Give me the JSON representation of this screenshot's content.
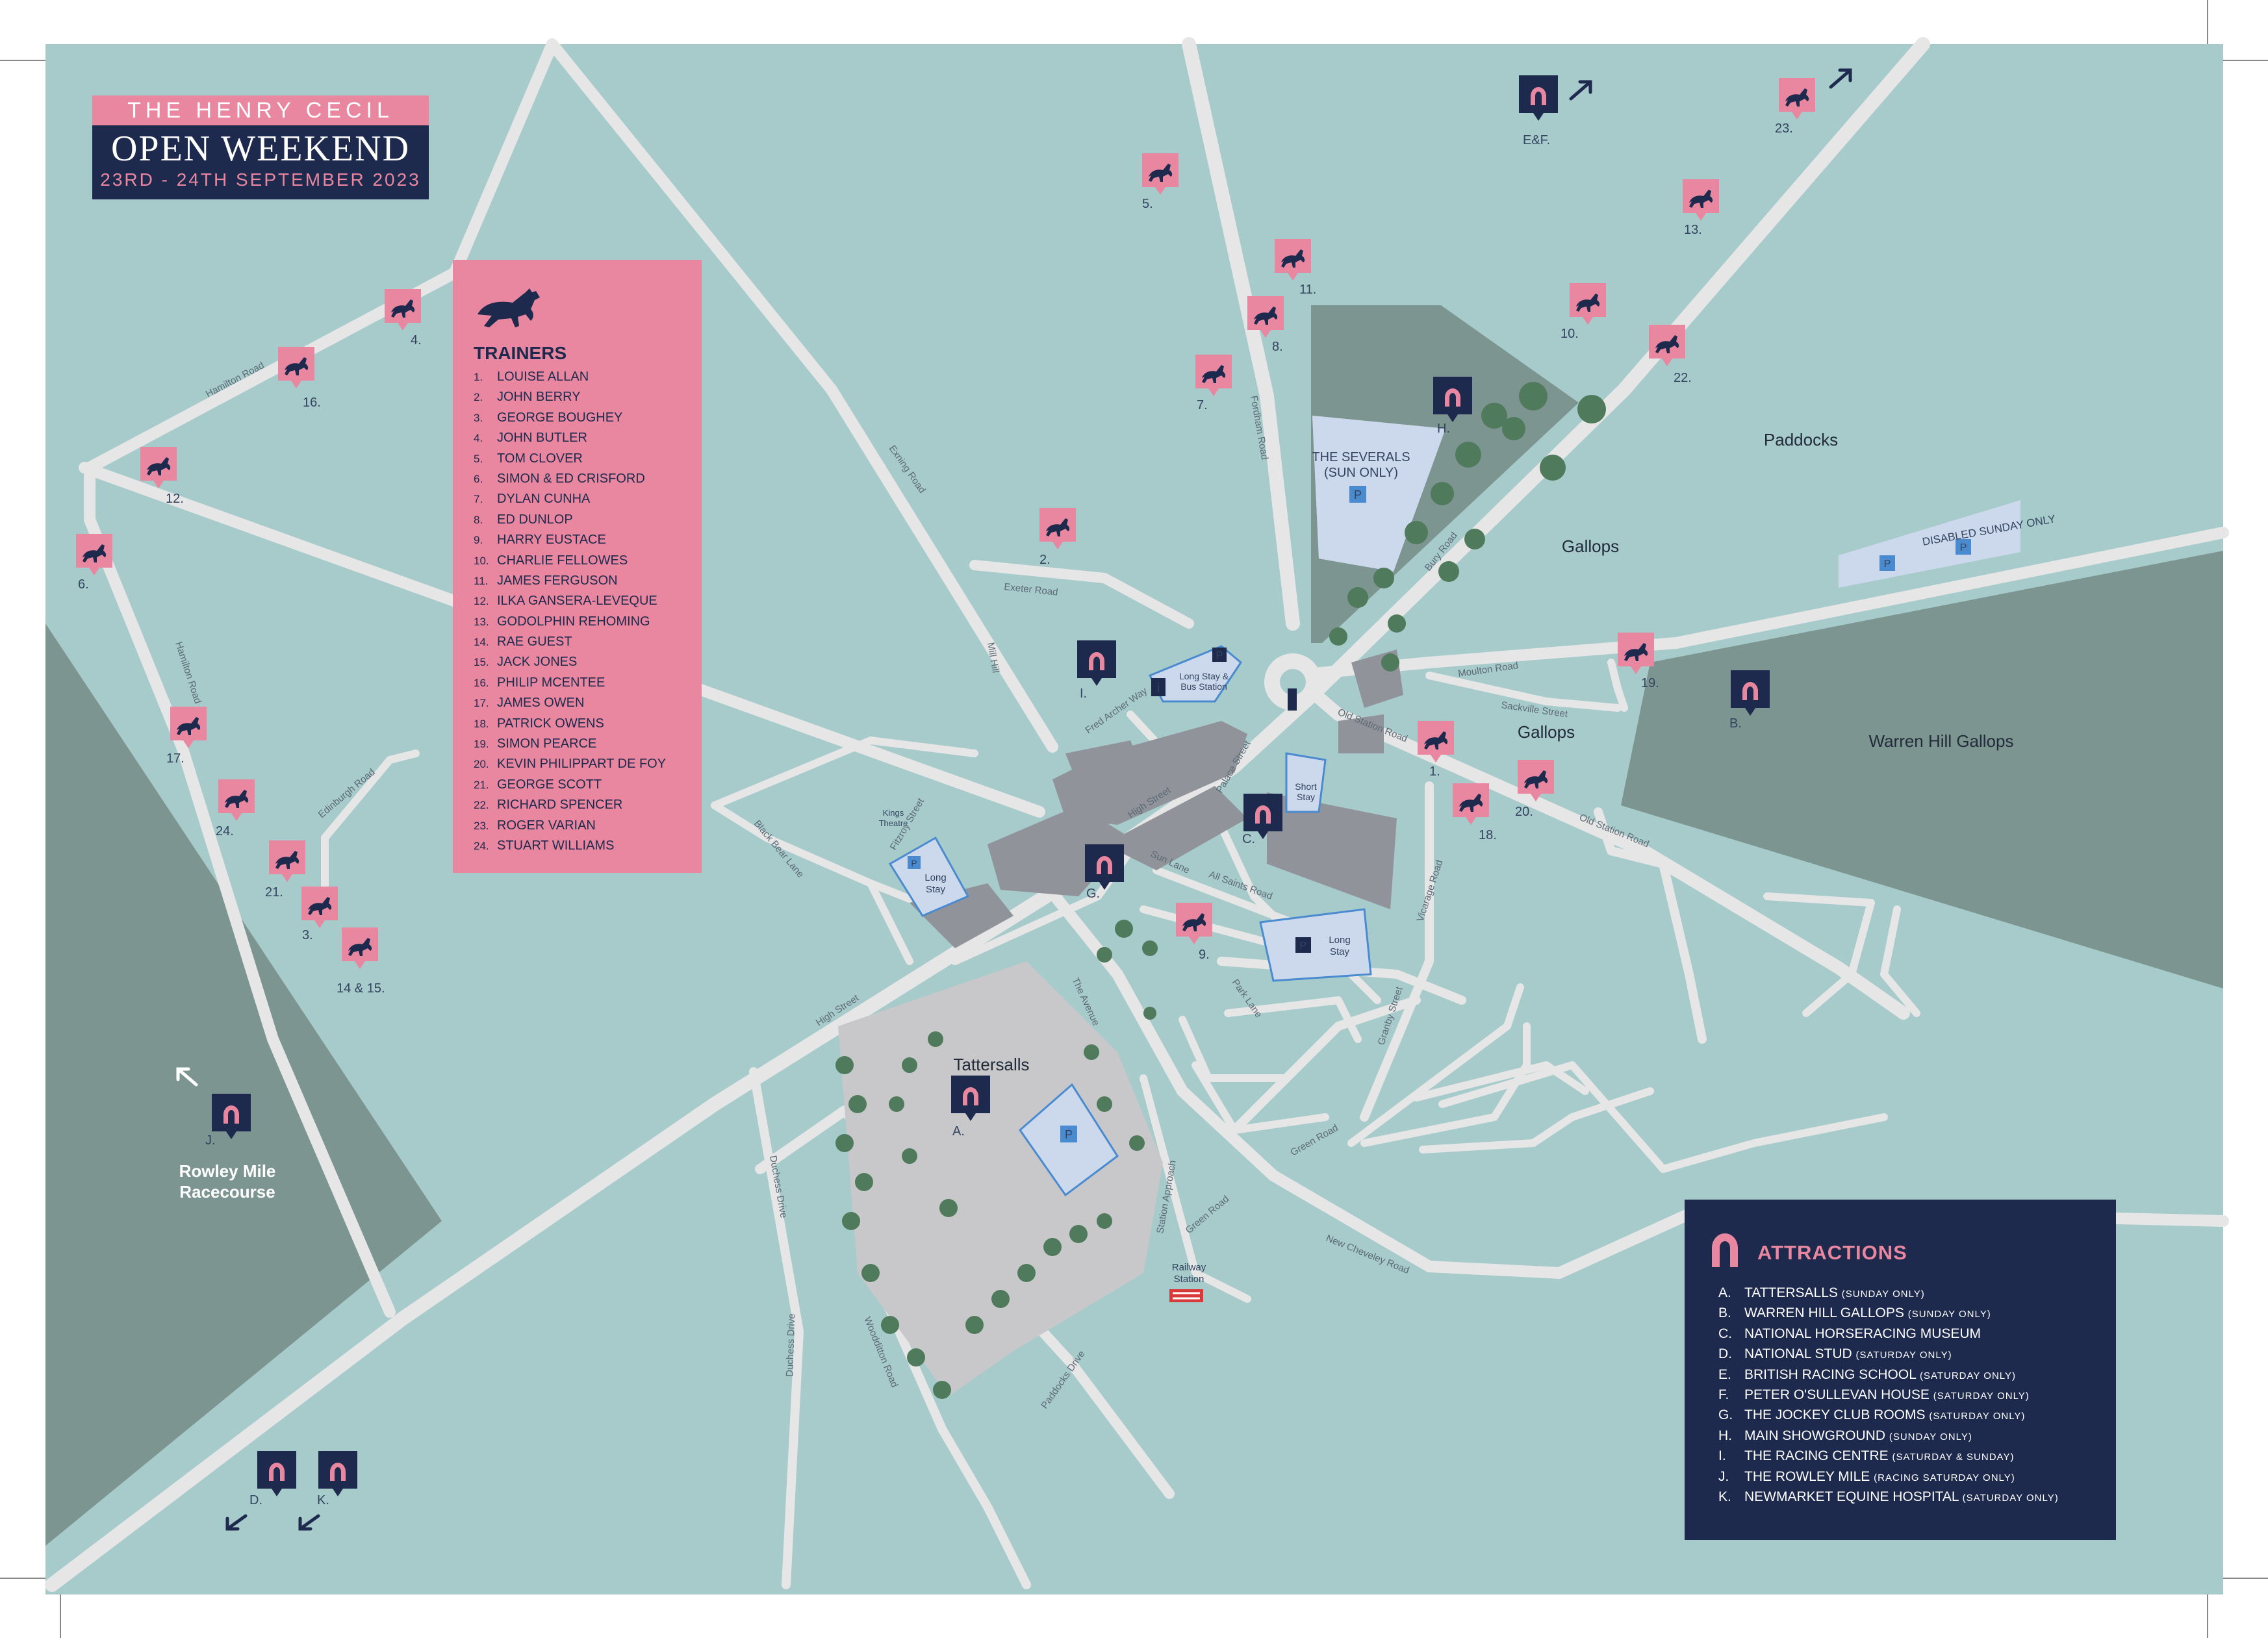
{
  "title": {
    "brand": "THE HENRY CECIL",
    "heading": "OPEN WEEKEND",
    "dates": "23RD - 24TH SEPTEMBER 2023"
  },
  "trainers": {
    "heading": "TRAINERS",
    "items": [
      {
        "n": "1.",
        "name": "LOUISE ALLAN"
      },
      {
        "n": "2.",
        "name": "JOHN BERRY"
      },
      {
        "n": "3.",
        "name": "GEORGE BOUGHEY"
      },
      {
        "n": "4.",
        "name": "JOHN BUTLER"
      },
      {
        "n": "5.",
        "name": "TOM CLOVER"
      },
      {
        "n": "6.",
        "name": "SIMON & ED CRISFORD"
      },
      {
        "n": "7.",
        "name": "DYLAN CUNHA"
      },
      {
        "n": "8.",
        "name": "ED DUNLOP"
      },
      {
        "n": "9.",
        "name": "HARRY EUSTACE"
      },
      {
        "n": "10.",
        "name": "CHARLIE FELLOWES"
      },
      {
        "n": "11.",
        "name": "JAMES FERGUSON"
      },
      {
        "n": "12.",
        "name": "ILKA GANSERA-LEVEQUE"
      },
      {
        "n": "13.",
        "name": "GODOLPHIN REHOMING"
      },
      {
        "n": "14.",
        "name": "RAE GUEST"
      },
      {
        "n": "15.",
        "name": "JACK JONES"
      },
      {
        "n": "16.",
        "name": "PHILIP MCENTEE"
      },
      {
        "n": "17.",
        "name": "JAMES OWEN"
      },
      {
        "n": "18.",
        "name": "PATRICK OWENS"
      },
      {
        "n": "19.",
        "name": "SIMON PEARCE"
      },
      {
        "n": "20.",
        "name": "KEVIN PHILIPPART DE FOY"
      },
      {
        "n": "21.",
        "name": "GEORGE SCOTT"
      },
      {
        "n": "22.",
        "name": "RICHARD SPENCER"
      },
      {
        "n": "23.",
        "name": "ROGER VARIAN"
      },
      {
        "n": "24.",
        "name": "STUART WILLIAMS"
      }
    ]
  },
  "attractions": {
    "heading": "ATTRACTIONS",
    "items": [
      {
        "n": "A.",
        "name": "TATTERSALLS",
        "note": "(SUNDAY ONLY)"
      },
      {
        "n": "B.",
        "name": "WARREN HILL GALLOPS",
        "note": "(SUNDAY ONLY)"
      },
      {
        "n": "C.",
        "name": "NATIONAL HORSERACING MUSEUM",
        "note": ""
      },
      {
        "n": "D.",
        "name": "NATIONAL STUD",
        "note": "(SATURDAY ONLY)"
      },
      {
        "n": "E.",
        "name": "BRITISH RACING SCHOOL",
        "note": "(SATURDAY ONLY)"
      },
      {
        "n": "F.",
        "name": "PETER O'SULLEVAN HOUSE",
        "note": "(SATURDAY ONLY)"
      },
      {
        "n": "G.",
        "name": "THE JOCKEY CLUB ROOMS",
        "note": "(SATURDAY ONLY)"
      },
      {
        "n": "H.",
        "name": "MAIN SHOWGROUND",
        "note": "(SUNDAY ONLY)"
      },
      {
        "n": "I.",
        "name": "THE RACING CENTRE",
        "note": "(SATURDAY & SUNDAY)"
      },
      {
        "n": "J.",
        "name": "THE ROWLEY MILE",
        "note": "(RACING SATURDAY ONLY)"
      },
      {
        "n": "K.",
        "name": "NEWMARKET EQUINE HOSPITAL",
        "note": "(SATURDAY ONLY)"
      }
    ]
  },
  "map": {
    "places": {
      "severals": "THE SEVERALS",
      "severals_note": "(SUN ONLY)",
      "paddocks": "Paddocks",
      "gallops_1": "Gallops",
      "gallops_2": "Gallops",
      "warren_hill": "Warren Hill Gallops",
      "tattersalls": "Tattersalls",
      "rowley_1": "Rowley Mile",
      "rowley_2": "Racecourse",
      "disabled": "DISABLED  SUNDAY ONLY",
      "long_stay_bus_1": "Long Stay &",
      "long_stay_bus_2": "Bus Station",
      "short_stay_1": "Short",
      "short_stay_2": "Stay",
      "long_stay_1": "Long",
      "long_stay_2": "Stay",
      "long_stay_3": "Long",
      "long_stay_4": "Stay",
      "railway_1": "Railway",
      "railway_2": "Station",
      "kings_theatre_1": "Kings",
      "kings_theatre_2": "Theatre",
      "parking": "P",
      "info": "i"
    },
    "roads": {
      "high_street_1": "High Street",
      "high_street_2": "High Street",
      "fordham": "Fordham Road",
      "bury": "Bury Road",
      "exning": "Exning Road",
      "hamilton_1": "Hamilton Road",
      "hamilton_2": "Hamilton Road",
      "edinburgh": "Edinburgh Road",
      "exeter": "Exeter Road",
      "mill_hill": "Mill Hill",
      "black_bear": "Black Bear Lane",
      "the_avenue": "The Avenue",
      "moulton": "Moulton Road",
      "sackville": "Sackville Street",
      "old_station_1": "Old Station Road",
      "old_station_2": "Old Station Road",
      "all_saints": "All Saints Road",
      "vicarage": "Vicarage Road",
      "granby": "Granby Street",
      "green_1": "Green Road",
      "green_2": "Green Road",
      "new_cheveley": "New Cheveley Road",
      "woodditton": "Woodditton Road",
      "duchess_1": "Duchess Drive",
      "duchess_2": "Duchess Drive",
      "station_approach": "Station Approach",
      "fred_archer": "Fred Archer Way",
      "sun_lane": "Sun Lane",
      "park_lane": "Park Lane",
      "fitzroy": "Fitzroy Street",
      "palace": "Palace Street",
      "paddocks_drive": "Paddocks Drive"
    },
    "trainer_labels": [
      "1.",
      "2.",
      "3.",
      "4.",
      "5.",
      "6.",
      "7.",
      "8.",
      "9.",
      "10.",
      "11.",
      "12.",
      "13.",
      "14 & 15.",
      "16.",
      "17.",
      "18.",
      "19.",
      "20.",
      "21.",
      "22.",
      "23.",
      "24."
    ],
    "attraction_labels": [
      "A.",
      "B.",
      "C.",
      "D.",
      "E&F.",
      "G.",
      "H.",
      "I.",
      "J.",
      "K."
    ]
  },
  "colors": {
    "ground": "#a7cacb",
    "road": "#e6e6e6",
    "gallops": "#7d9590",
    "navy": "#1d2a4d",
    "pink": "#e8879f",
    "parking_blue": "#4a8bd0"
  }
}
